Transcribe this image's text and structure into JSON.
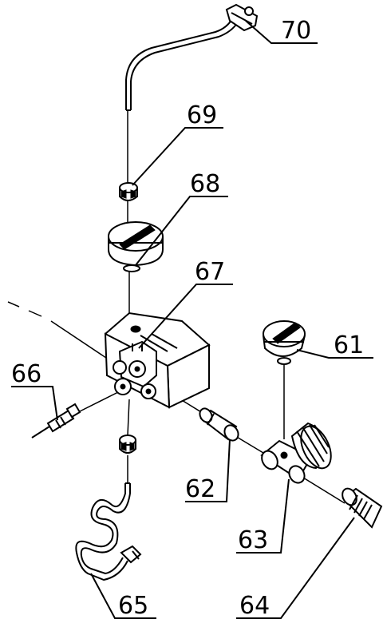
{
  "diagram": {
    "callouts": [
      {
        "id": "70",
        "label": "70"
      },
      {
        "id": "69",
        "label": "69"
      },
      {
        "id": "68",
        "label": "68"
      },
      {
        "id": "67",
        "label": "67"
      },
      {
        "id": "66",
        "label": "66"
      },
      {
        "id": "61",
        "label": "61"
      },
      {
        "id": "62",
        "label": "62"
      },
      {
        "id": "63",
        "label": "63"
      },
      {
        "id": "64",
        "label": "64"
      },
      {
        "id": "65",
        "label": "65"
      }
    ]
  }
}
